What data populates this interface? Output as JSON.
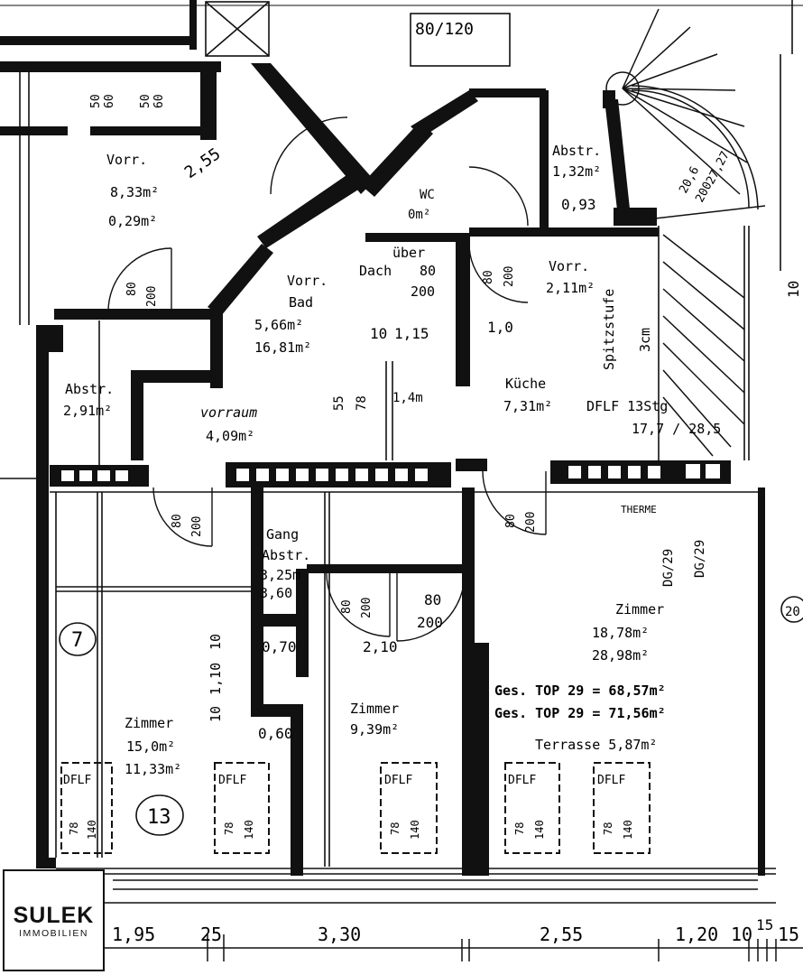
{
  "stair": {
    "rise_label": "20,6 ",
    "rise_label2": "27,27",
    "note": "200"
  },
  "rooms": {
    "wohnung_top": {
      "name": "Vorr.",
      "area": "8,33m²",
      "area2": "0,29m²"
    },
    "top_left": {
      "width": "2,55"
    },
    "abstr_top": {
      "name": "Abstr.",
      "area": "1,32m²",
      "dim": "0,93"
    },
    "wc": {
      "name": "WC",
      "area": "0m²"
    },
    "ueber_dach": {
      "name": "über",
      "name2": "Dach"
    },
    "vorr_bad": {
      "name": "Vorr.",
      "name2": "Bad",
      "area": "5,66m²",
      "area2": "16,81m²"
    },
    "vorr2": {
      "name": "Vorr.",
      "area": "2,11m²"
    },
    "abstr_left": {
      "name": "Abstr.",
      "area": "2,91m²"
    },
    "vorraum": {
      "name": "vorraum",
      "area": "4,09m²"
    },
    "kueche": {
      "name": "Küche",
      "area": "7,31m²"
    },
    "gang": {
      "name": "Gang",
      "name2": "Abstr.",
      "area": "3,25m",
      "dim": "3,60"
    },
    "zimmer_left": {
      "name": "Zimmer",
      "area": "15,0m²",
      "area2": "11,33m²"
    },
    "zimmer_mid": {
      "name": "Zimmer",
      "area": "9,39m²"
    },
    "zimmer_right": {
      "name": "Zimmer",
      "area": "18,78m²",
      "area2": "28,98m²"
    },
    "spitzstufe": {
      "label": "Spitzstufe",
      "dim": "3cm"
    },
    "dflf": {
      "label": "DFLF 13Stg",
      "dims": "17,7 / 28,5"
    }
  },
  "totals": {
    "line1": "Ges.  TOP 29  =  68,57m²",
    "line2": "Ges.  TOP 29  =  71,56m²",
    "terrace": "Terrasse 5,87m²"
  },
  "doors": {
    "d80_200": "80",
    "d200": "200",
    "d80": "80",
    "d_200": "200",
    "top_door_w": "80/120",
    "top_door_h": "",
    "vert_a": "50",
    "vert_b": "60"
  },
  "small_dims": {
    "d1": "0,70",
    "d2": "2,10",
    "d3": "0,60",
    "d4": "10",
    "d5": "1,10",
    "d6": "10",
    "d7": "1,15",
    "d8": "10",
    "d9": "1,0",
    "d10": "55",
    "d11": "78",
    "d12": "1,4m",
    "d13": "1,15"
  },
  "markers": {
    "seven": "7",
    "thirteen": "13",
    "twenty": "20"
  },
  "thermo": {
    "label": "THERME",
    "dg1": "DG/29",
    "dg2": "DG/29"
  },
  "windows": {
    "text": "DFLF",
    "w": "78",
    "h": "140"
  },
  "bottom_dims": [
    "1,95",
    "25",
    "3,30",
    "2,55",
    "1,20",
    "10",
    "15",
    "15"
  ],
  "logo": {
    "brand": "SULEK",
    "sub": "IMMOBILIEN"
  },
  "right_edge": {
    "mark": "10"
  }
}
